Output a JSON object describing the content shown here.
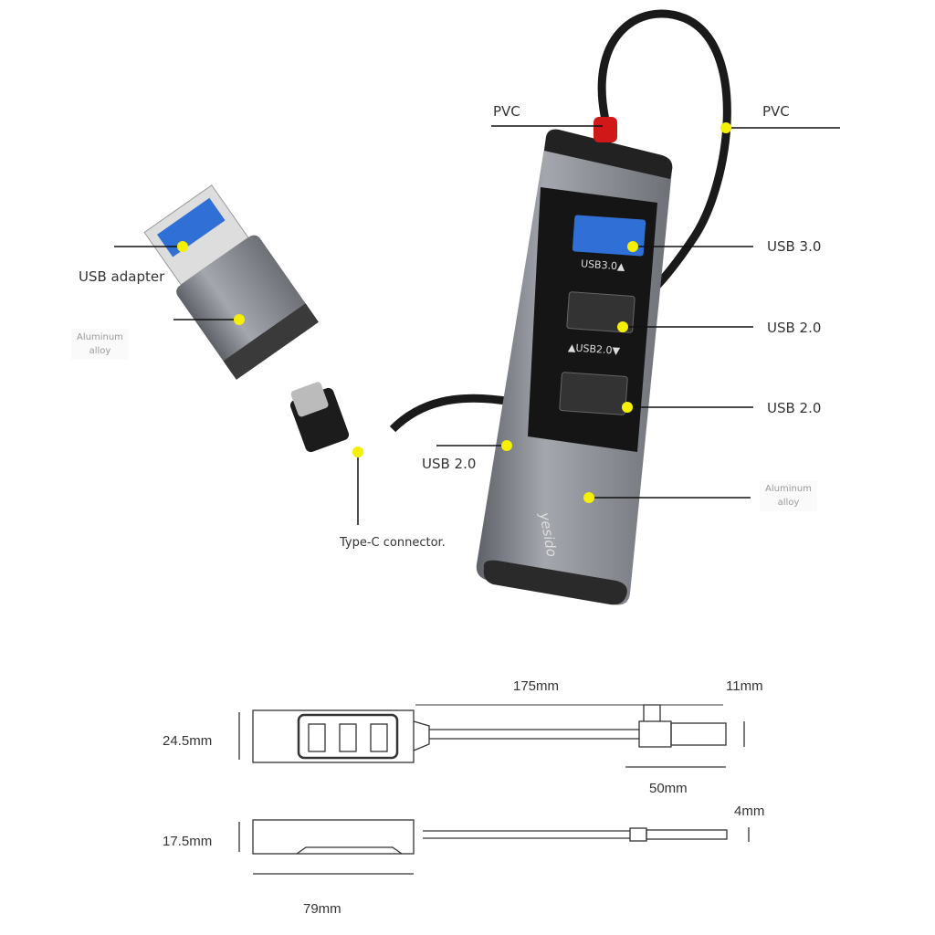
{
  "labels": {
    "pvc_left": "PVC",
    "pvc_right": "PVC",
    "usb30": "USB 3.0",
    "usb20_a": "USB 2.0",
    "usb20_b": "USB 2.0",
    "usb20_cable": "USB 2.0",
    "aluminum_right": [
      "Aluminum",
      "alloy"
    ],
    "aluminum_left": [
      "Aluminum",
      "alloy"
    ],
    "usb_adapter": "USB adapter",
    "typec": "Type-C connector."
  },
  "device_print": {
    "brand": "yesido",
    "port_usb30": "USB3.0▲",
    "port_usb20": "▲USB2.0▼"
  },
  "dimensions": {
    "cable_length": "175mm",
    "plug_thickness": "11mm",
    "hub_height": "24.5mm",
    "adapter_length": "50mm",
    "plug_depth": "4mm",
    "hub_depth": "17.5mm",
    "hub_length": "79mm"
  },
  "colors": {
    "dot": "#f5ef00",
    "usb3_blue": "#2f6fd6",
    "pvc_red": "#d01818",
    "body": "#8a8d93"
  }
}
